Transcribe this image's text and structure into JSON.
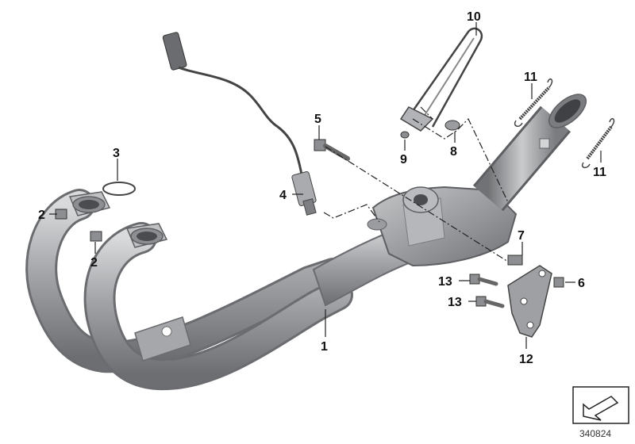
{
  "callouts": [
    "1",
    "2",
    "2",
    "3",
    "4",
    "5",
    "6",
    "7",
    "8",
    "9",
    "10",
    "11",
    "11",
    "12",
    "13",
    "13"
  ],
  "diagram_id": "340824",
  "colors": {
    "metal": "#9ea0a3",
    "metal_dark": "#6e7073",
    "metal_light": "#d4d6d8",
    "line": "#222222"
  }
}
